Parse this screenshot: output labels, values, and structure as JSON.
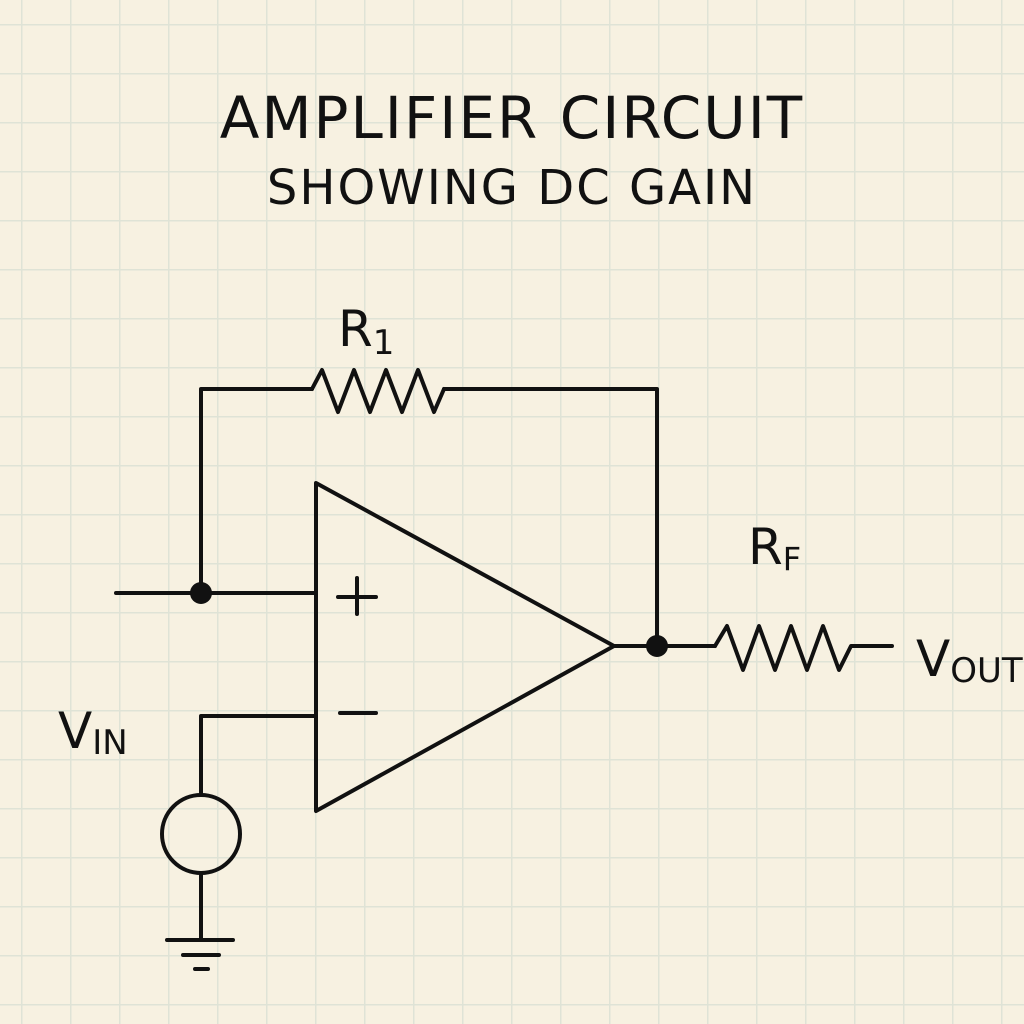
{
  "diagram": {
    "title": "AMPLIFIER CIRCUIT",
    "subtitle": "SHOWING DC GAIN",
    "components": {
      "r1": {
        "letter": "R",
        "sub": "1"
      },
      "rf": {
        "letter": "R",
        "sub": "F"
      },
      "vin": {
        "letter": "V",
        "sub": "IN"
      },
      "vout": {
        "letter": "V",
        "sub": "OUT"
      },
      "opamp": {
        "plus": "+",
        "minus": "−"
      }
    },
    "colors": {
      "paper": "#f7f1e1",
      "grid": "#dfe3d6",
      "ink": "#111111"
    }
  }
}
